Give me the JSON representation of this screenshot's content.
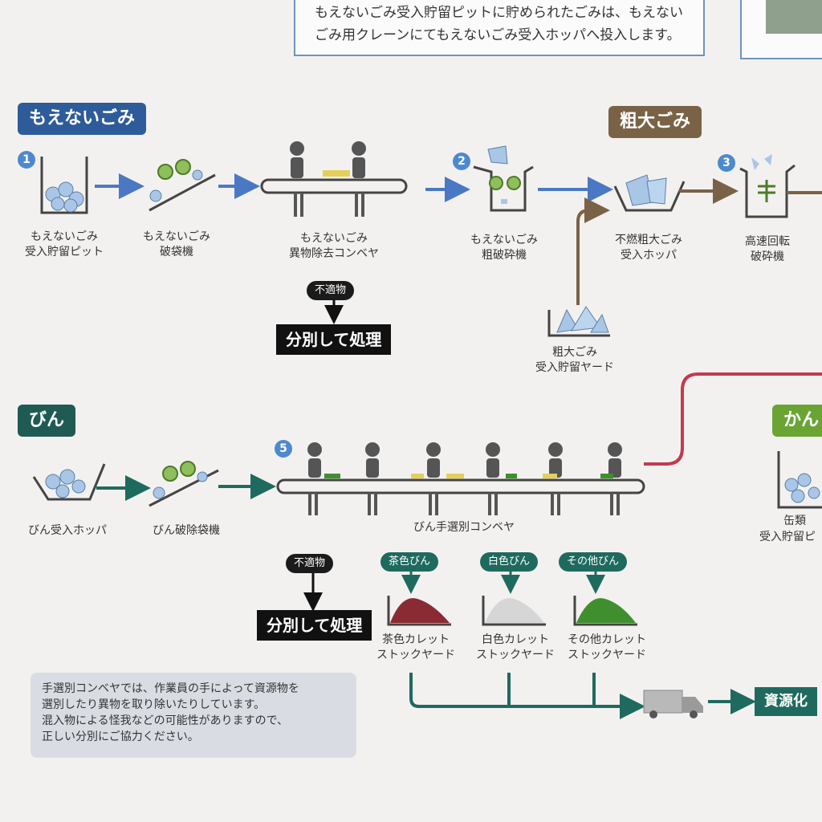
{
  "top_note": {
    "line1": "もえないごみ受入貯留ピットに貯められたごみは、もえない",
    "line2": "ごみ用クレーンにてもえないごみ受入ホッパへ投入します。"
  },
  "sections": {
    "moenai": "もえないごみ",
    "sodai": "粗大ごみ",
    "bin": "びん",
    "kan": "かん"
  },
  "steps": {
    "n1": "1",
    "n2": "2",
    "n3": "3",
    "n5": "5"
  },
  "labels": {
    "moenai_pit": [
      "もえないごみ",
      "受入貯留ピット"
    ],
    "moenai_bag": [
      "もえないごみ",
      "破袋機"
    ],
    "moenai_conveyor": [
      "もえないごみ",
      "異物除去コンベヤ"
    ],
    "moenai_crusher": [
      "もえないごみ",
      "粗破砕機"
    ],
    "funen_hopper": [
      "不燃粗大ごみ",
      "受入ホッパ"
    ],
    "fast_crusher": [
      "高速回転",
      "破砕機"
    ],
    "sodai_yard": [
      "粗大ごみ",
      "受入貯留ヤード"
    ],
    "bin_hopper": "びん受入ホッパ",
    "bin_bag": "びん破除袋機",
    "bin_conveyor": "びん手選別コンベヤ",
    "brown_yard": [
      "茶色カレット",
      "ストックヤード"
    ],
    "white_yard": [
      "白色カレット",
      "ストックヤード"
    ],
    "other_yard": [
      "その他カレット",
      "ストックヤード"
    ],
    "kan_pit": [
      "缶類",
      "受入貯留ピ"
    ]
  },
  "pills": {
    "futekibutsu": "不適物",
    "brown_bin": "茶色びん",
    "white_bin": "白色びん",
    "other_bin": "その他びん"
  },
  "buttons": {
    "separate": "分別して処理",
    "resource": "資源化"
  },
  "info": {
    "line1": "手選別コンベヤでは、作業員の手によって資源物を",
    "line2": "選別したり異物を取り除いたりしています。",
    "line3": "混入物による怪我などの可能性がありますので、",
    "line4": "正しい分別にご協力ください。"
  },
  "colors": {
    "blue_flow": "#4a78c4",
    "brown_flow": "#7a6246",
    "teal_flow": "#1f6a5f",
    "red_flow": "#c23a4e",
    "brown_cullet": "#8a2b34",
    "white_cullet": "#d6d6d6",
    "other_cullet": "#3f8f2f"
  }
}
